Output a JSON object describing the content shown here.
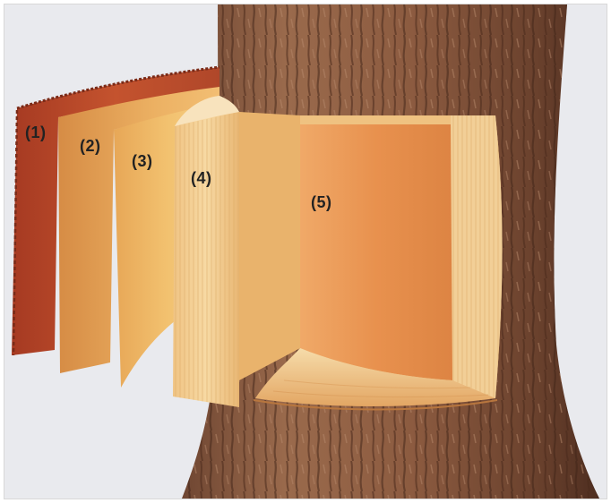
{
  "figure": {
    "labels": [
      "(1)",
      "(2)",
      "(3)",
      "(4)",
      "(5)"
    ]
  },
  "colors": {
    "background": "#e9eaee",
    "bark": "#8a5a3e",
    "outer_bark": "#b5482a",
    "inner_bark": "#e9a95d",
    "cambium": "#f2c775",
    "sapwood": "#f3cf92",
    "heartwood": "#e8934f"
  }
}
